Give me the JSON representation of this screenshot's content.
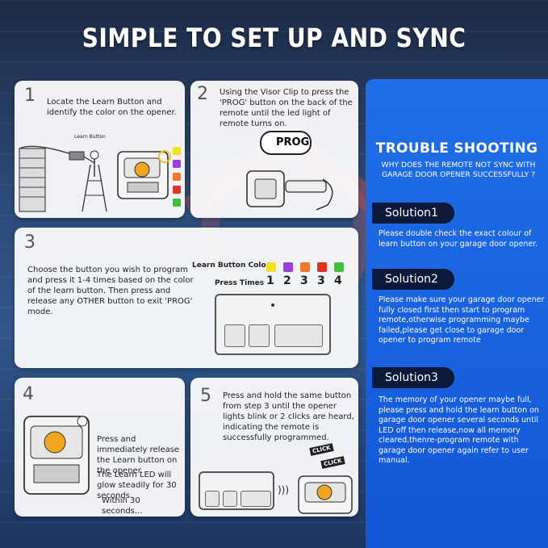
{
  "title": "SIMPLE TO SET UP AND SYNC",
  "steps": {
    "s1": {
      "num": "1",
      "text": "Locate the Learn Button and identify the color on the opener.",
      "learn_label": "Learn Button"
    },
    "s2": {
      "num": "2",
      "text": "Using the Visor Clip to press the 'PROG' button on the back of the remote until the led light of remote turns on.",
      "prog_label": "PROG"
    },
    "s3": {
      "num": "3",
      "text": "Choose the button you wish to program and press it 1-4 times based on the color of the learn button. Then press and release any OTHER button to exit 'PROG' mode.",
      "learn_color_label": "Learn Button Color",
      "press_times_label": "Press Times",
      "press_times": [
        "1",
        "2",
        "3",
        "3",
        "4"
      ]
    },
    "s4": {
      "num": "4",
      "text1": "Press and immediately release the Learn button on the opener.",
      "text2": "The Learn LED will glow steadily for 30 seconds.",
      "text3": "Within 30 seconds..."
    },
    "s5": {
      "num": "5",
      "text": "Press and hold the same button from step 3 until the opener lights blink or 2 clicks are heard, indicating the remote is successfully programmed.",
      "click1": "CLICK",
      "click2": "CLICK"
    }
  },
  "swatch_colors": [
    "#f2e21f",
    "#9b3fd8",
    "#ef7a2a",
    "#e0321c",
    "#3fbf3a"
  ],
  "trouble": {
    "title": "TROUBLE SHOOTING",
    "subtitle": "WHY DOES THE REMOTE NOT SYNC WITH GARAGE DOOR OPENER SUCCESSFULLY ?",
    "solutions": [
      {
        "label": "Solution1",
        "text": "Please double check the exact colour of learn button on your garage door opener."
      },
      {
        "label": "Solution2",
        "text": "Please make sure your garage door opener fully closed first then start to program remote,otherwise programming maybe failed,please get close to garage door opener to program remote"
      },
      {
        "label": "Solution3",
        "text": "The memory of your opener maybe full, please press and hold the learn button on garage door opener several seconds until LED off then release,now all memory cleared,thenre-program remote with garage door opener again refer to user manual."
      }
    ]
  }
}
